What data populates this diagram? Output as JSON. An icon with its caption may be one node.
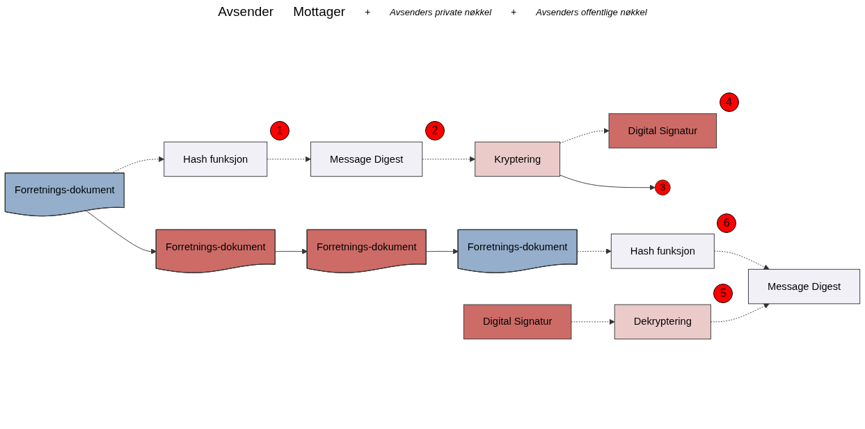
{
  "diagram": {
    "nodes": [
      {
        "text": [
          "Forretnings-dokument"
        ]
      },
      {
        "text": [
          "Forretnings-dokument"
        ]
      },
      {
        "text": [
          "Digital Signatur"
        ],
        "beside": [
          "4"
        ]
      },
      {
        "text": [
          "Hash funksjon"
        ],
        "beside": [
          "1"
        ]
      },
      {
        "text": [
          "Kryptering"
        ]
      },
      {
        "text": [
          "3"
        ]
      },
      {
        "text": [
          "Message Digest"
        ],
        "beside": [
          "2"
        ]
      },
      {
        "text": [
          "Forretnings-dokument"
        ]
      },
      {
        "text": [
          "Digital Signatur"
        ]
      },
      {
        "text": [
          "Dekryptering"
        ],
        "beside": [
          "5"
        ]
      },
      {
        "text": [
          "Forretnings-dokument"
        ]
      },
      {
        "text": [
          "Hash funksjon"
        ],
        "beside": [
          "6"
        ]
      },
      {
        "text": [
          "Message Digest"
        ]
      }
    ],
    "edges": [
      {
        "from": 0,
        "to": 1,
        "arrow": "to"
      },
      {
        "from": 0,
        "to": 3,
        "arrow": "to",
        "style": "dashed"
      },
      {
        "from": 3,
        "to": 6,
        "arrow": "to",
        "style": "dashed"
      },
      {
        "from": 6,
        "to": 4,
        "arrow": "to",
        "style": "dashed"
      },
      {
        "from": 4,
        "to": 2,
        "arrow": "to",
        "style": "dashed"
      },
      {
        "from": 4,
        "to": 5,
        "arrow": "to"
      },
      {
        "from": 1,
        "to": 7,
        "arrow": "to"
      },
      {
        "from": 7,
        "to": 10,
        "arrow": "to"
      },
      {
        "from": 8,
        "to": 9,
        "arrow": "to",
        "style": "dashed"
      },
      {
        "from": 10,
        "to": 11,
        "arrow": "to",
        "style": "dashed"
      },
      {
        "from": 11,
        "to": 12,
        "arrow": "to",
        "style": "dashed"
      },
      {
        "from": 9,
        "to": 12,
        "arrow": "to",
        "style": "dashed"
      }
    ],
    "labels": [
      "Avsender",
      "Mottager",
      "+",
      "Avsenders private nøkkel",
      "+",
      "Avsenders offentlige nøkkel"
    ]
  }
}
